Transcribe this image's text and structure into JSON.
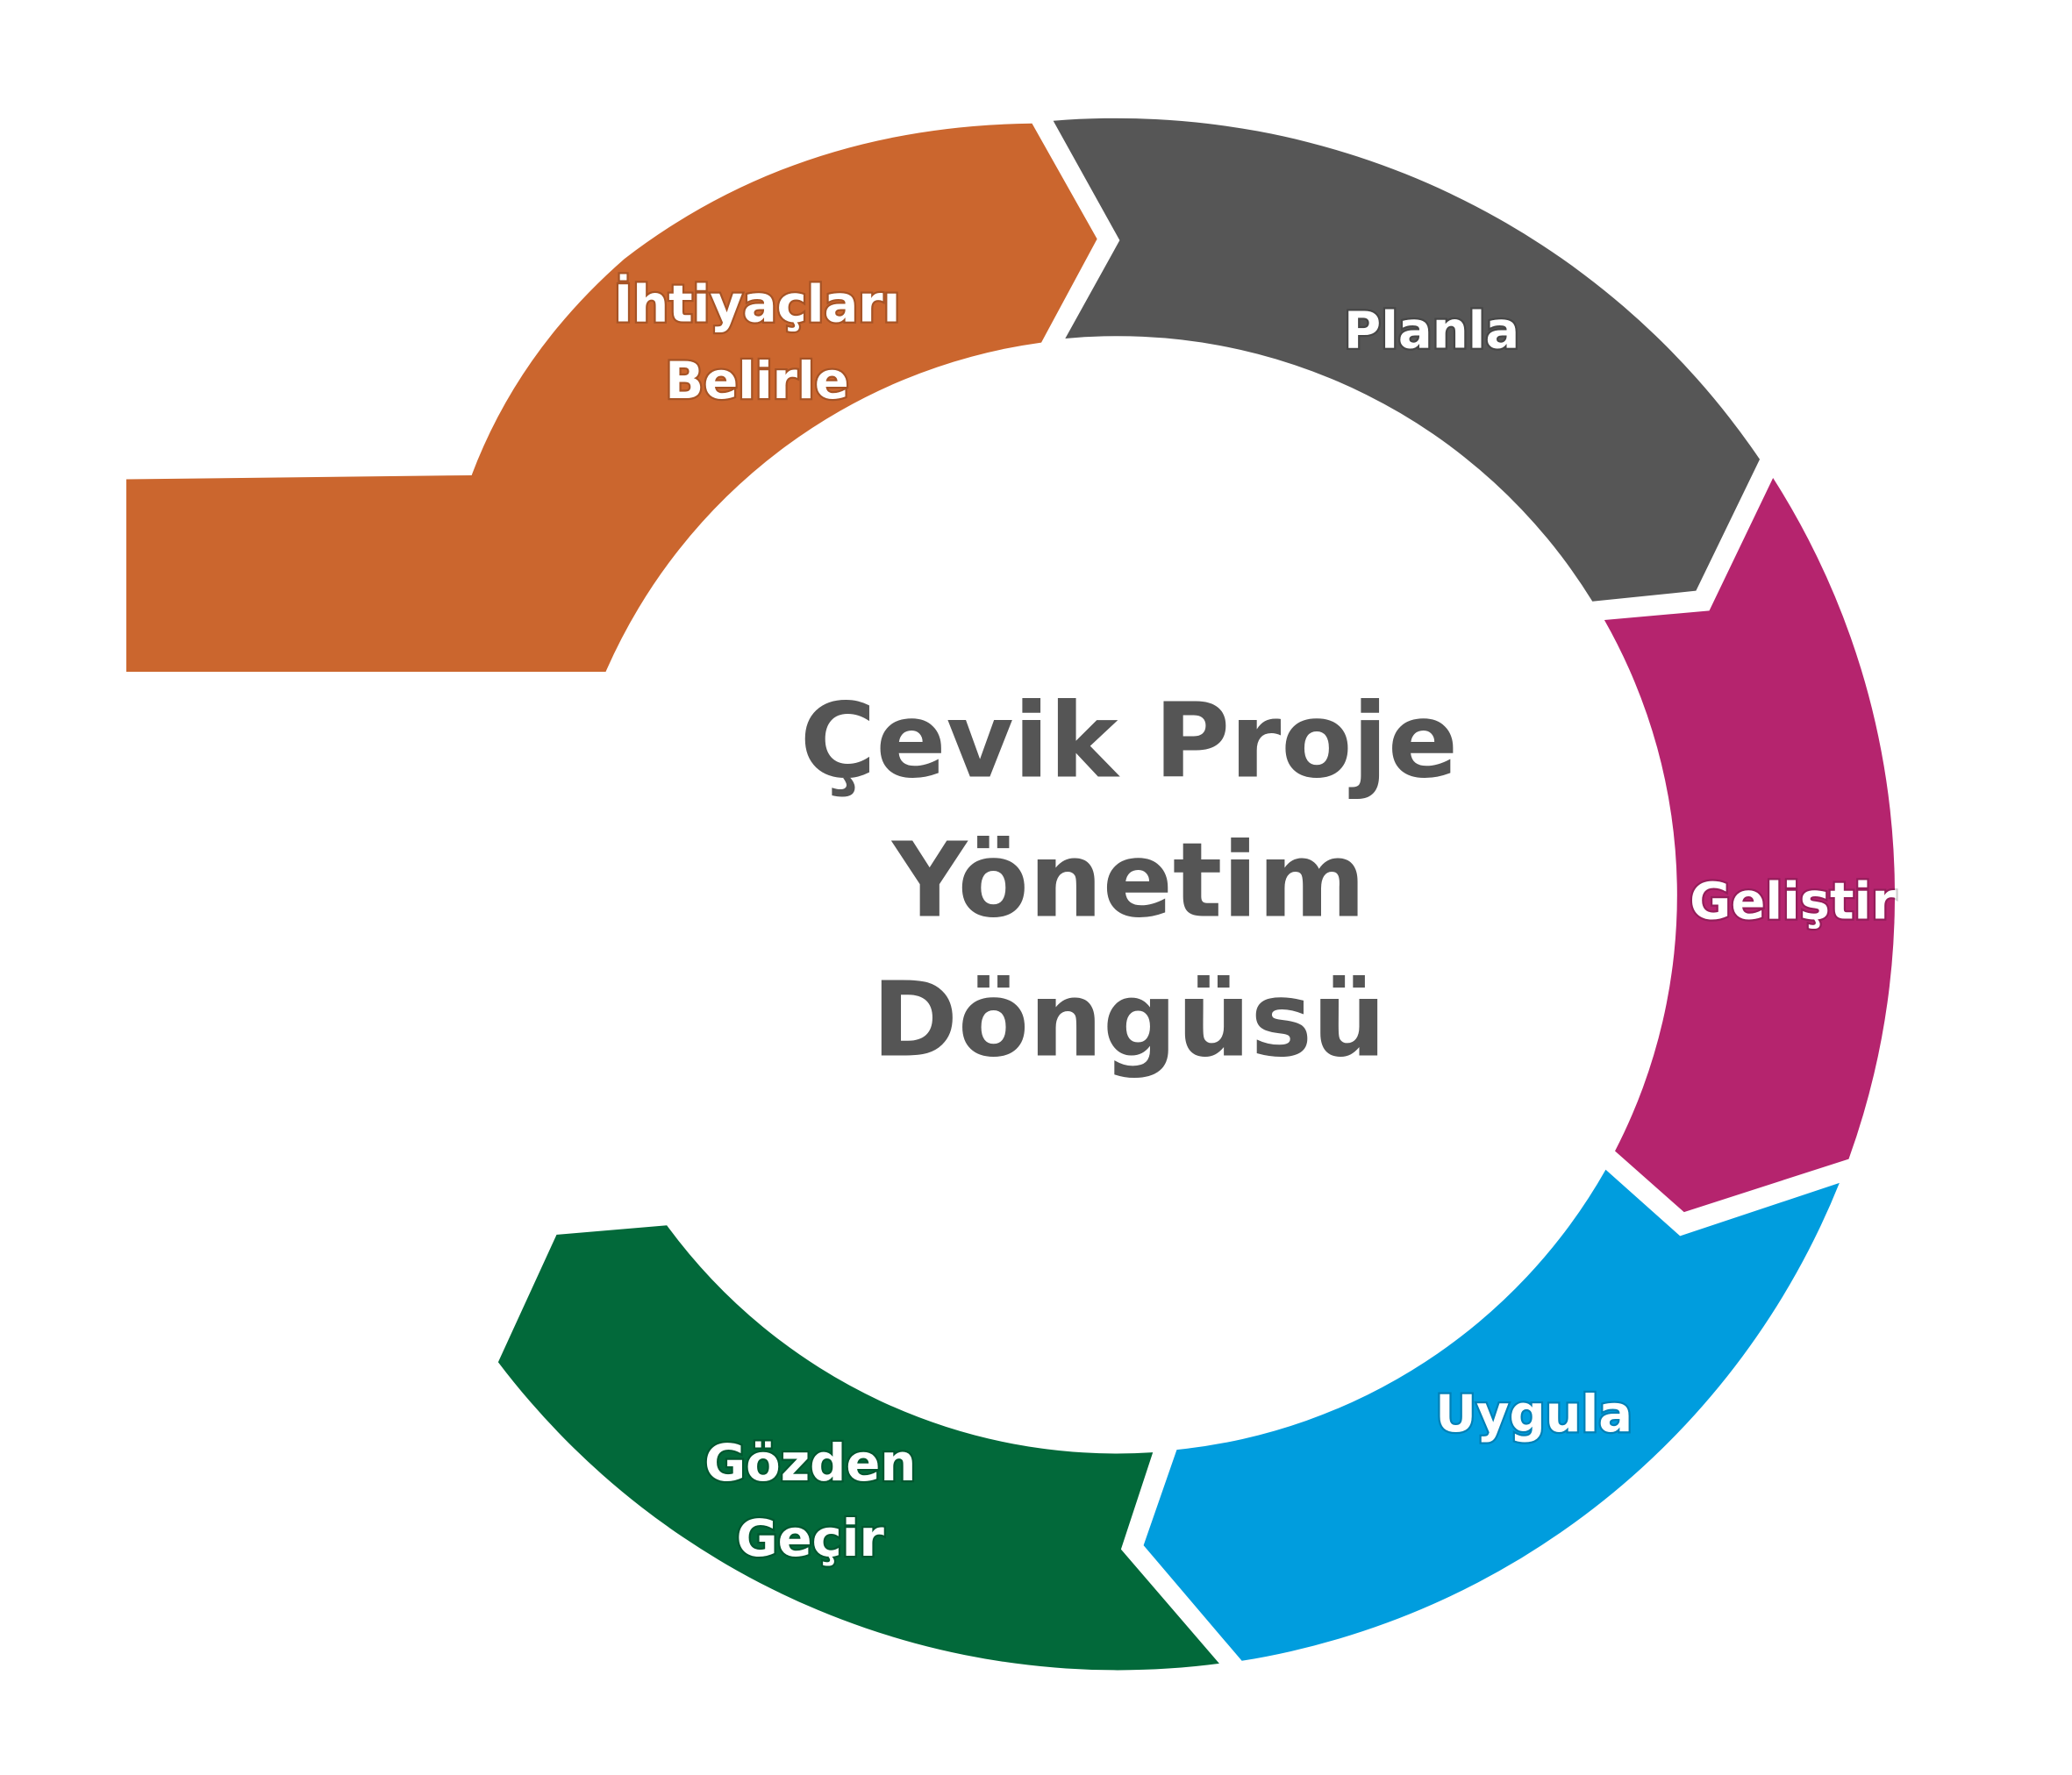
{
  "title_lines": [
    "Çevik Proje",
    "Yönetim",
    "Döngüsü"
  ],
  "segments": [
    {
      "label_lines": [
        "İhtiyaçları",
        "Belirle"
      ],
      "color": "#CB662E"
    },
    {
      "label_lines": [
        "Planla"
      ],
      "color": "#565656"
    },
    {
      "label_lines": [
        "Geliştir"
      ],
      "color": "#B5246E"
    },
    {
      "label_lines": [
        "Uygula"
      ],
      "color": "#009DDE"
    },
    {
      "label_lines": [
        "Gözden",
        "Geçir"
      ],
      "color": "#02693A"
    }
  ]
}
